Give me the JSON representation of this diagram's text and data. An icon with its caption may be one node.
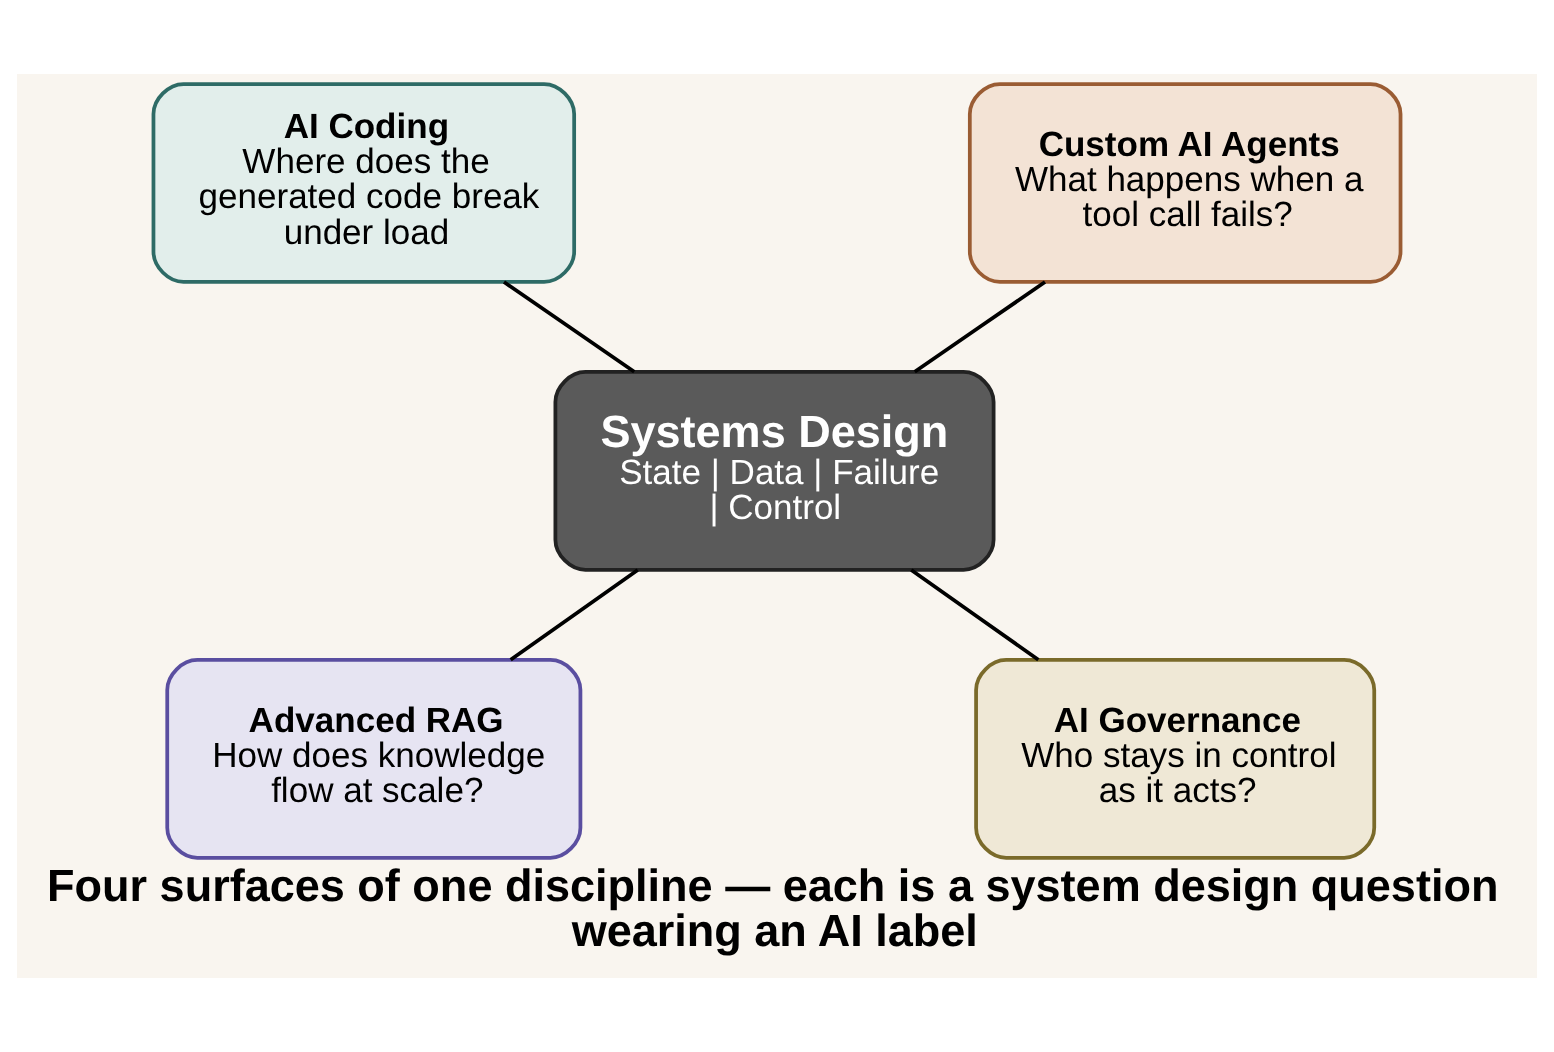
{
  "diagram": {
    "caption": "Four surfaces of one discipline — each is a system design question wearing an AI label",
    "nodes": [
      {
        "text": [
          "AI Coding",
          "Where does the generated code break under load"
        ]
      },
      {
        "text": [
          "Custom AI Agents",
          "What happens when a tool call fails?"
        ]
      },
      {
        "text": [
          "Systems Design",
          "State | Data | Failure | Control"
        ]
      },
      {
        "text": [
          "Advanced RAG",
          "How does knowledge flow at scale?"
        ]
      },
      {
        "text": [
          "AI Governance",
          "Who stays in control as it acts?"
        ]
      }
    ],
    "edges": [
      {
        "from": 0,
        "to": 2,
        "arrow": "none"
      },
      {
        "from": 1,
        "to": 2,
        "arrow": "none"
      },
      {
        "from": 2,
        "to": 3,
        "arrow": "none"
      },
      {
        "from": 2,
        "to": 4,
        "arrow": "none"
      }
    ]
  }
}
